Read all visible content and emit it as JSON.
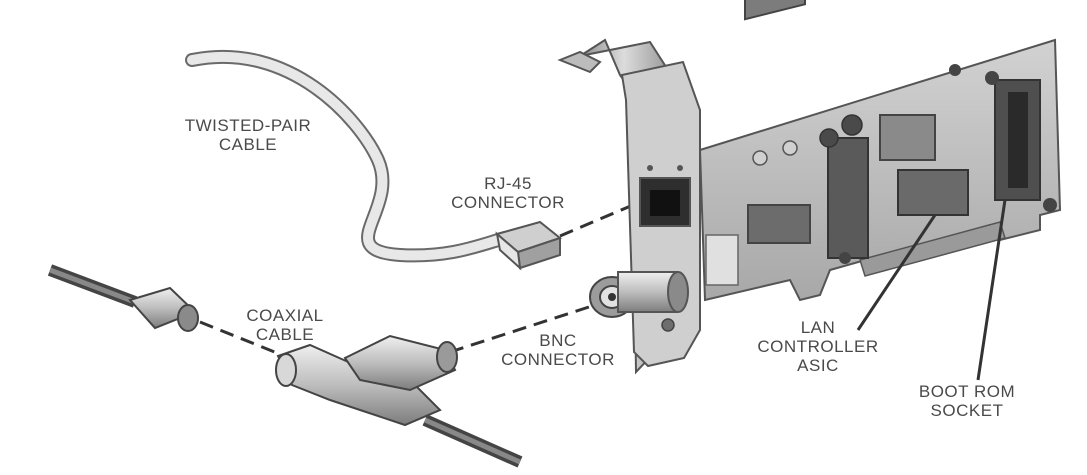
{
  "labels": {
    "twisted_pair": [
      "TWISTED-PAIR",
      "CABLE"
    ],
    "rj45": [
      "RJ-45",
      "CONNECTOR"
    ],
    "coaxial": [
      "COAXIAL",
      "CABLE"
    ],
    "bnc": [
      "BNC",
      "CONNECTOR"
    ],
    "lan_controller": [
      "LAN",
      "CONTROLLER",
      "ASIC"
    ],
    "boot_rom": [
      "BOOT ROM",
      "SOCKET"
    ]
  },
  "colors": {
    "line": "#555555",
    "metal_light": "#d8d8d8",
    "metal_mid": "#a9a9a9",
    "metal_dark": "#6e6e6e",
    "board": "#bdbdbd",
    "chip": "#7a7a7a",
    "label_text": "#4a4a4a"
  }
}
